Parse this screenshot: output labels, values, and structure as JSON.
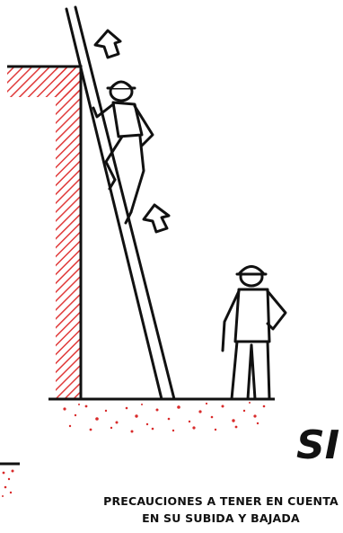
{
  "verdict": "SI",
  "caption": {
    "line1": "PRECAUCIONES A TENER EN CUENTA",
    "line2": "EN SU SUBIDA Y BAJADA"
  },
  "colors": {
    "ink": "#111111",
    "wall_hatch": "#e03a3a",
    "ground_speckle": "#d92b2b",
    "background": "#ffffff"
  },
  "icons": [
    "wall-icon",
    "ladder-icon",
    "climbing-worker-icon",
    "standing-worker-icon",
    "up-arrow-icon",
    "ground-icon"
  ]
}
